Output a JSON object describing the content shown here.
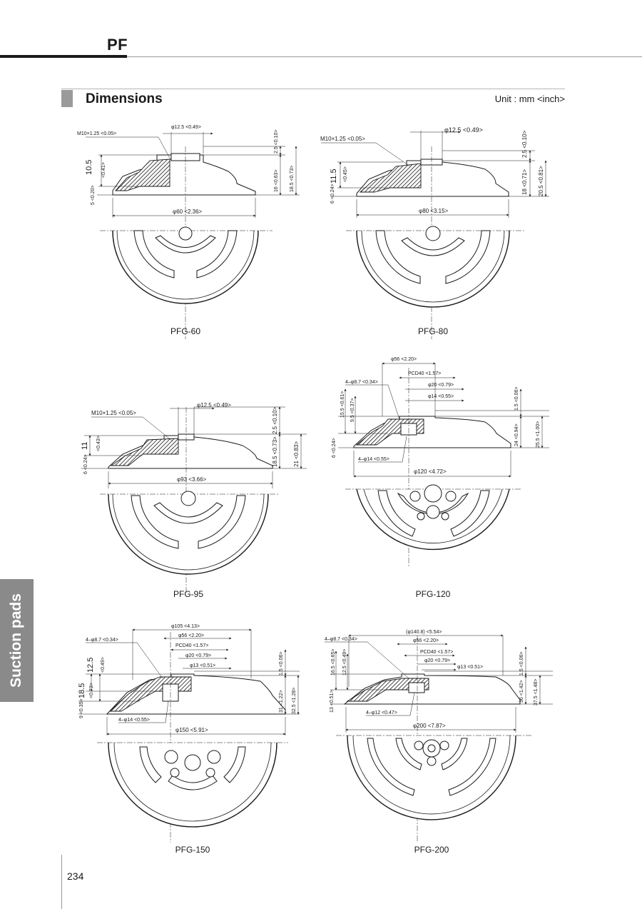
{
  "header": {
    "series": "PF"
  },
  "section": {
    "title": "Dimensions",
    "unit": "Unit : mm <inch>"
  },
  "side_tab": {
    "label": "Suction pads"
  },
  "page_number": "234",
  "models": [
    {
      "name": "PFG-60",
      "dims": {
        "thread": "M10×1.25 <0.05>",
        "top_dia": "φ12.5 <0.49>",
        "height_mm": "10.5",
        "height_in": "<0.41>",
        "lip": "5 <0.20>",
        "top_gap": "2.5 <0.10>",
        "body": "16 <0.63>",
        "total": "18.5 <0.73>",
        "outer_dia": "φ60 <2.36>"
      }
    },
    {
      "name": "PFG-80",
      "dims": {
        "thread": "M10×1.25 <0.05>",
        "top_dia": "φ12.5 <0.49>",
        "height_mm": "11.5",
        "height_in": "<0.45>",
        "lip": "6 <0.24>",
        "top_gap": "2.5 <0.10>",
        "body": "18 <0.71>",
        "total": "20.5 <0.81>",
        "outer_dia": "φ80 <3.15>"
      }
    },
    {
      "name": "PFG-95",
      "dims": {
        "thread": "M10×1.25 <0.05>",
        "top_dia": "φ12.5 <0.49>",
        "height_mm": "11",
        "height_in": "<0.43>",
        "lip": "6 <0.24>",
        "top_gap": "2.5 <0.10>",
        "body": "18.5 <0.73>",
        "total": "21 <0.83>",
        "outer_dia": "φ93 <3.66>"
      }
    },
    {
      "name": "PFG-120",
      "dims": {
        "flange_dia": "φ56 <2.20>",
        "mount_holes": "4–φ8.7 <0.34>",
        "pcd": "PCD40 <1.57>",
        "boss_dia": "φ20 <0.79>",
        "bore_dia": "φ14 <0.55>",
        "left_upper": "15.5 <0.61>",
        "left_mid": "9.5 <0.37>",
        "lip": "6 <0.24>",
        "bottom_holes": "4–φ14 <0.55>",
        "top_gap": "1.5 <0.06>",
        "body": "24 <0.94>",
        "total": "25.5 <1.00>",
        "outer_dia": "φ120 <4.72>"
      }
    },
    {
      "name": "PFG-150",
      "dims": {
        "outer_top_dia": "φ105 <4.13>",
        "mount_holes": "4–φ8.7 <0.34>",
        "flange_dia": "φ56 <2.20>",
        "pcd": "PCD40 <1.57>",
        "boss_dia": "φ20 <0.79>",
        "bore_dia": "φ13 <0.51>",
        "height_a_mm": "12.5",
        "height_a_in": "<0.49>",
        "height_b_mm": "18.5",
        "height_b_in": "<0.73>",
        "lip": "9 <0.35>",
        "bottom_holes": "4–φ14 <0.55>",
        "top_gap": "1.5 <0.06>",
        "body": "31 <1.22>",
        "total": "32.5 <1.28>",
        "outer_dia": "φ150 <5.91>"
      }
    },
    {
      "name": "PFG-200",
      "dims": {
        "mount_holes": "4–φ8.7 <0.34>",
        "outer_top_dia": "(φ140.8) <5.54>",
        "flange_dia": "φ56 <2.20>",
        "pcd": "PCD40 <1.57>",
        "boss_dia": "φ20 <0.79>",
        "bore_dia": "φ13 <0.51>",
        "left_upper": "16.5 <0.65>",
        "left_mid": "12.5 <0.49>",
        "lip": "13 <0.51>",
        "bottom_holes": "4–φ12 <0.47>",
        "top_gap": "1.5 <0.06>",
        "body": "36 <1.42>",
        "total": "37.5 <1.48>",
        "outer_dia": "φ200 <7.87>"
      }
    }
  ]
}
